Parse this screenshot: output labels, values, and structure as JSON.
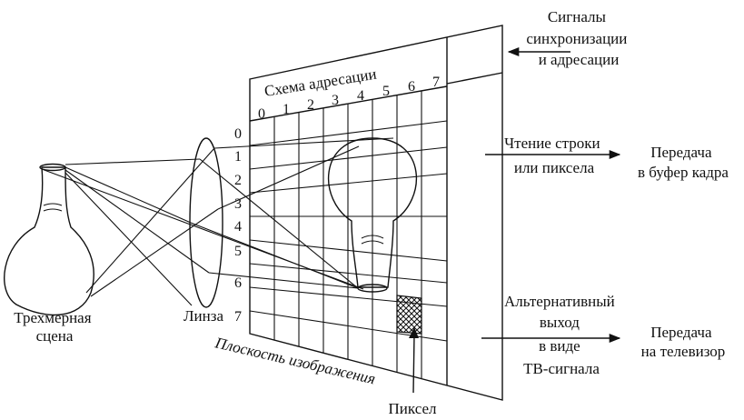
{
  "labels": {
    "sync_signals": [
      "Сигналы",
      "синхронизации",
      "и адресации"
    ],
    "addressing_scheme": "Схема адресации",
    "column_indices": [
      "0",
      "1",
      "2",
      "3",
      "4",
      "5",
      "6",
      "7"
    ],
    "row_indices": [
      "0",
      "1",
      "2",
      "3",
      "4",
      "5",
      "6",
      "7"
    ],
    "read_row": [
      "Чтение строки",
      "или пиксела"
    ],
    "frame_buffer": [
      "Передача",
      "в буфер кадра"
    ],
    "alt_output": [
      "Альтернативный",
      "выход",
      "в виде",
      "ТВ-сигнала"
    ],
    "tv_transfer": [
      "Передача",
      "на телевизор"
    ],
    "scene": [
      "Трехмерная",
      "сцена"
    ],
    "lens": "Линза",
    "image_plane": "Плоскость изображения",
    "pixel": "Пиксел"
  }
}
